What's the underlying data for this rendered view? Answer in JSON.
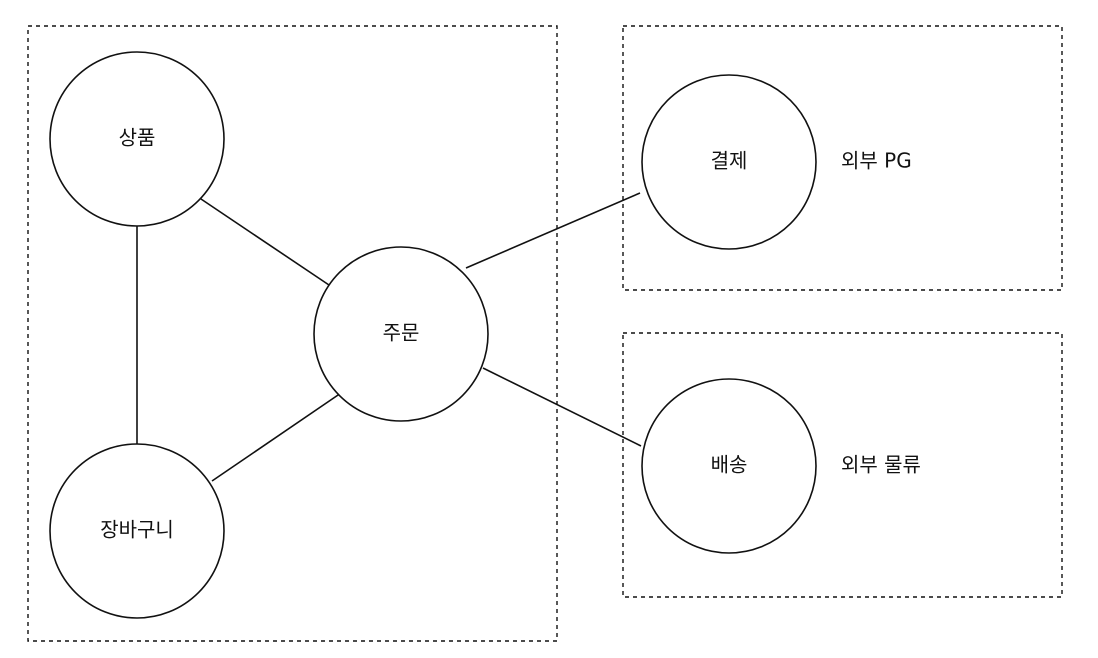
{
  "diagram": {
    "nodes": {
      "product": {
        "label": "상품"
      },
      "cart": {
        "label": "장바구니"
      },
      "order": {
        "label": "주문"
      },
      "payment": {
        "label": "결제"
      },
      "delivery": {
        "label": "배송"
      }
    },
    "external": {
      "pg_label": "외부 PG",
      "logistics_label": "외부 물류"
    },
    "edges": [
      {
        "from": "product",
        "to": "order"
      },
      {
        "from": "product",
        "to": "cart"
      },
      {
        "from": "cart",
        "to": "order"
      },
      {
        "from": "order",
        "to": "payment"
      },
      {
        "from": "order",
        "to": "delivery"
      }
    ],
    "colors": {
      "stroke": "#111111",
      "background": "#ffffff"
    }
  }
}
